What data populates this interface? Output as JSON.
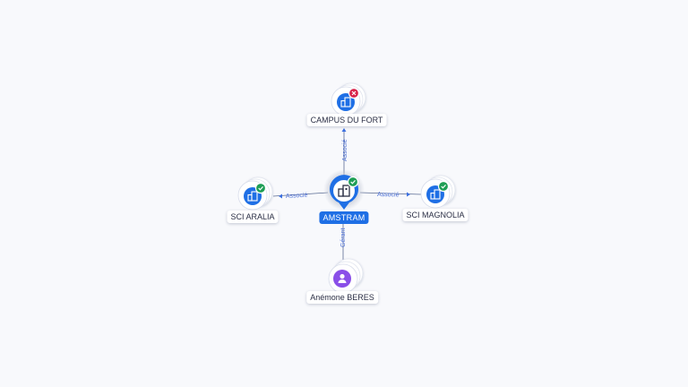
{
  "colors": {
    "company": "#1f6fe5",
    "person": "#8a4fe8",
    "active": "#1e9e55",
    "inactive": "#d8234a",
    "edge": "#5a6b93",
    "edge_label": "#4b6fd6"
  },
  "nodes": {
    "center": {
      "label": "AMSTRAM",
      "icon": "building-icon",
      "status": "active"
    },
    "top": {
      "label": "CAMPUS DU FORT",
      "icon": "building-icon",
      "status": "inactive"
    },
    "left": {
      "label": "SCI ARALIA",
      "icon": "building-icon",
      "status": "active"
    },
    "right": {
      "label": "SCI MAGNOLIA",
      "icon": "building-icon",
      "status": "active"
    },
    "bottom": {
      "label": "Anémone BERES",
      "icon": "person-icon"
    }
  },
  "edges": {
    "top": {
      "label": "Associé"
    },
    "left": {
      "label": "Associé"
    },
    "right": {
      "label": "Associé"
    },
    "bottom": {
      "label": "Gérant"
    }
  }
}
